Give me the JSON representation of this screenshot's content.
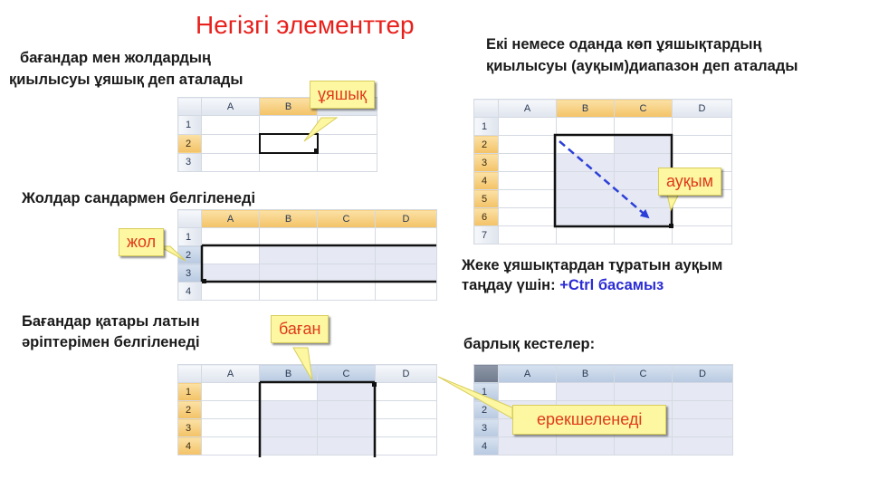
{
  "title": "Негізгі элементтер",
  "cell_section": {
    "caption_line1": "бағандар мен жолдардың",
    "caption_line2": "қиылысуы ұяшық деп аталады",
    "callout": "ұяшық",
    "columns": [
      "A",
      "B"
    ],
    "rows": [
      "1",
      "2",
      "3"
    ]
  },
  "range_section": {
    "caption_line1": "Екі немесе оданда көп ұяшықтардың",
    "caption_line2": "қиылысуы (ауқым)диапазон деп аталады",
    "callout": "ауқым",
    "columns": [
      "A",
      "B",
      "C",
      "D"
    ],
    "rows": [
      "1",
      "2",
      "3",
      "4",
      "5",
      "6",
      "7"
    ]
  },
  "row_section": {
    "caption": "Жолдар сандармен белгіленеді",
    "callout": "жол",
    "columns": [
      "A",
      "B",
      "C",
      "D"
    ],
    "rows": [
      "1",
      "2",
      "3",
      "4"
    ]
  },
  "ctrl_section": {
    "caption_line1": "Жеке ұяшықтардан тұратын ауқым",
    "caption_line2_prefix": "таңдау үшін: ",
    "caption_line2_highlight": "+Ctrl басамыз"
  },
  "column_section": {
    "caption_line1": "Бағандар қатары латын",
    "caption_line2": "әріптерімен белгіленеді",
    "callout": "баған",
    "columns": [
      "A",
      "B",
      "C",
      "D"
    ],
    "rows": [
      "1",
      "2",
      "3",
      "4"
    ]
  },
  "all_section": {
    "caption": "барлық кестелер:",
    "callout": "ерекшеленеді",
    "columns": [
      "A",
      "B",
      "C",
      "D"
    ],
    "rows": [
      "1",
      "2",
      "3",
      "4"
    ]
  },
  "colors": {
    "title": "#e8201c",
    "callout_fill": "#fdf7a1",
    "callout_text": "#e03a1c",
    "header_highlight": "#f3c266",
    "selection": "#e6e9f3",
    "arrow": "#2b3fd8"
  }
}
